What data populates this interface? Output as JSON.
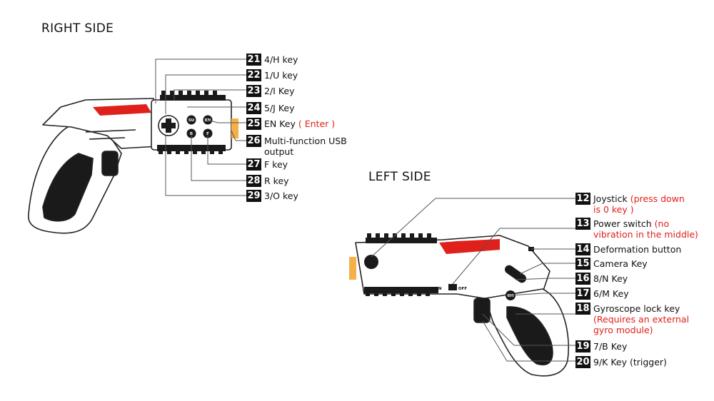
{
  "right_side": {
    "title": "RIGHT SIDE",
    "labels": [
      {
        "num": "21",
        "text": "4/H key",
        "note": ""
      },
      {
        "num": "22",
        "text": "1/U key",
        "note": ""
      },
      {
        "num": "23",
        "text": "2/I Key",
        "note": ""
      },
      {
        "num": "24",
        "text": "5/J Key",
        "note": ""
      },
      {
        "num": "25",
        "text": "EN Key",
        "note": "( Enter )"
      },
      {
        "num": "26",
        "text": "Multi-function USB",
        "text2": "output",
        "note": ""
      },
      {
        "num": "27",
        "text": "F key",
        "note": ""
      },
      {
        "num": "28",
        "text": "R key",
        "note": ""
      },
      {
        "num": "29",
        "text": "3/O key",
        "note": ""
      }
    ]
  },
  "left_side": {
    "title": "LEFT SIDE",
    "labels": [
      {
        "num": "12",
        "text": "Joystick",
        "note": "(press down",
        "note2": "is 0 key )"
      },
      {
        "num": "13",
        "text": "Power switch",
        "note": "(no",
        "note2": "vibration in the middle)"
      },
      {
        "num": "14",
        "text": "Deformation button",
        "note": ""
      },
      {
        "num": "15",
        "text": "Camera Key",
        "note": ""
      },
      {
        "num": "16",
        "text": "8/N Key",
        "note": ""
      },
      {
        "num": "17",
        "text": "6/M Key",
        "note": ""
      },
      {
        "num": "18",
        "text": "Gyroscope lock key",
        "note": "(Requires an external",
        "note2": "gyro module)"
      },
      {
        "num": "19",
        "text": "7/B Key",
        "note": ""
      },
      {
        "num": "20",
        "text": "9/K Key (trigger)",
        "note": ""
      }
    ],
    "switch_on": "ON",
    "switch_off": "OFF"
  },
  "button_glyphs": {
    "en": "EN",
    "five_u": "5U",
    "r": "R",
    "f": "F",
    "six_m": "6M"
  },
  "colors": {
    "accent_red": "#e0201b",
    "muzzle_orange": "#f5b04a",
    "grip_black": "#1a1a1a"
  }
}
